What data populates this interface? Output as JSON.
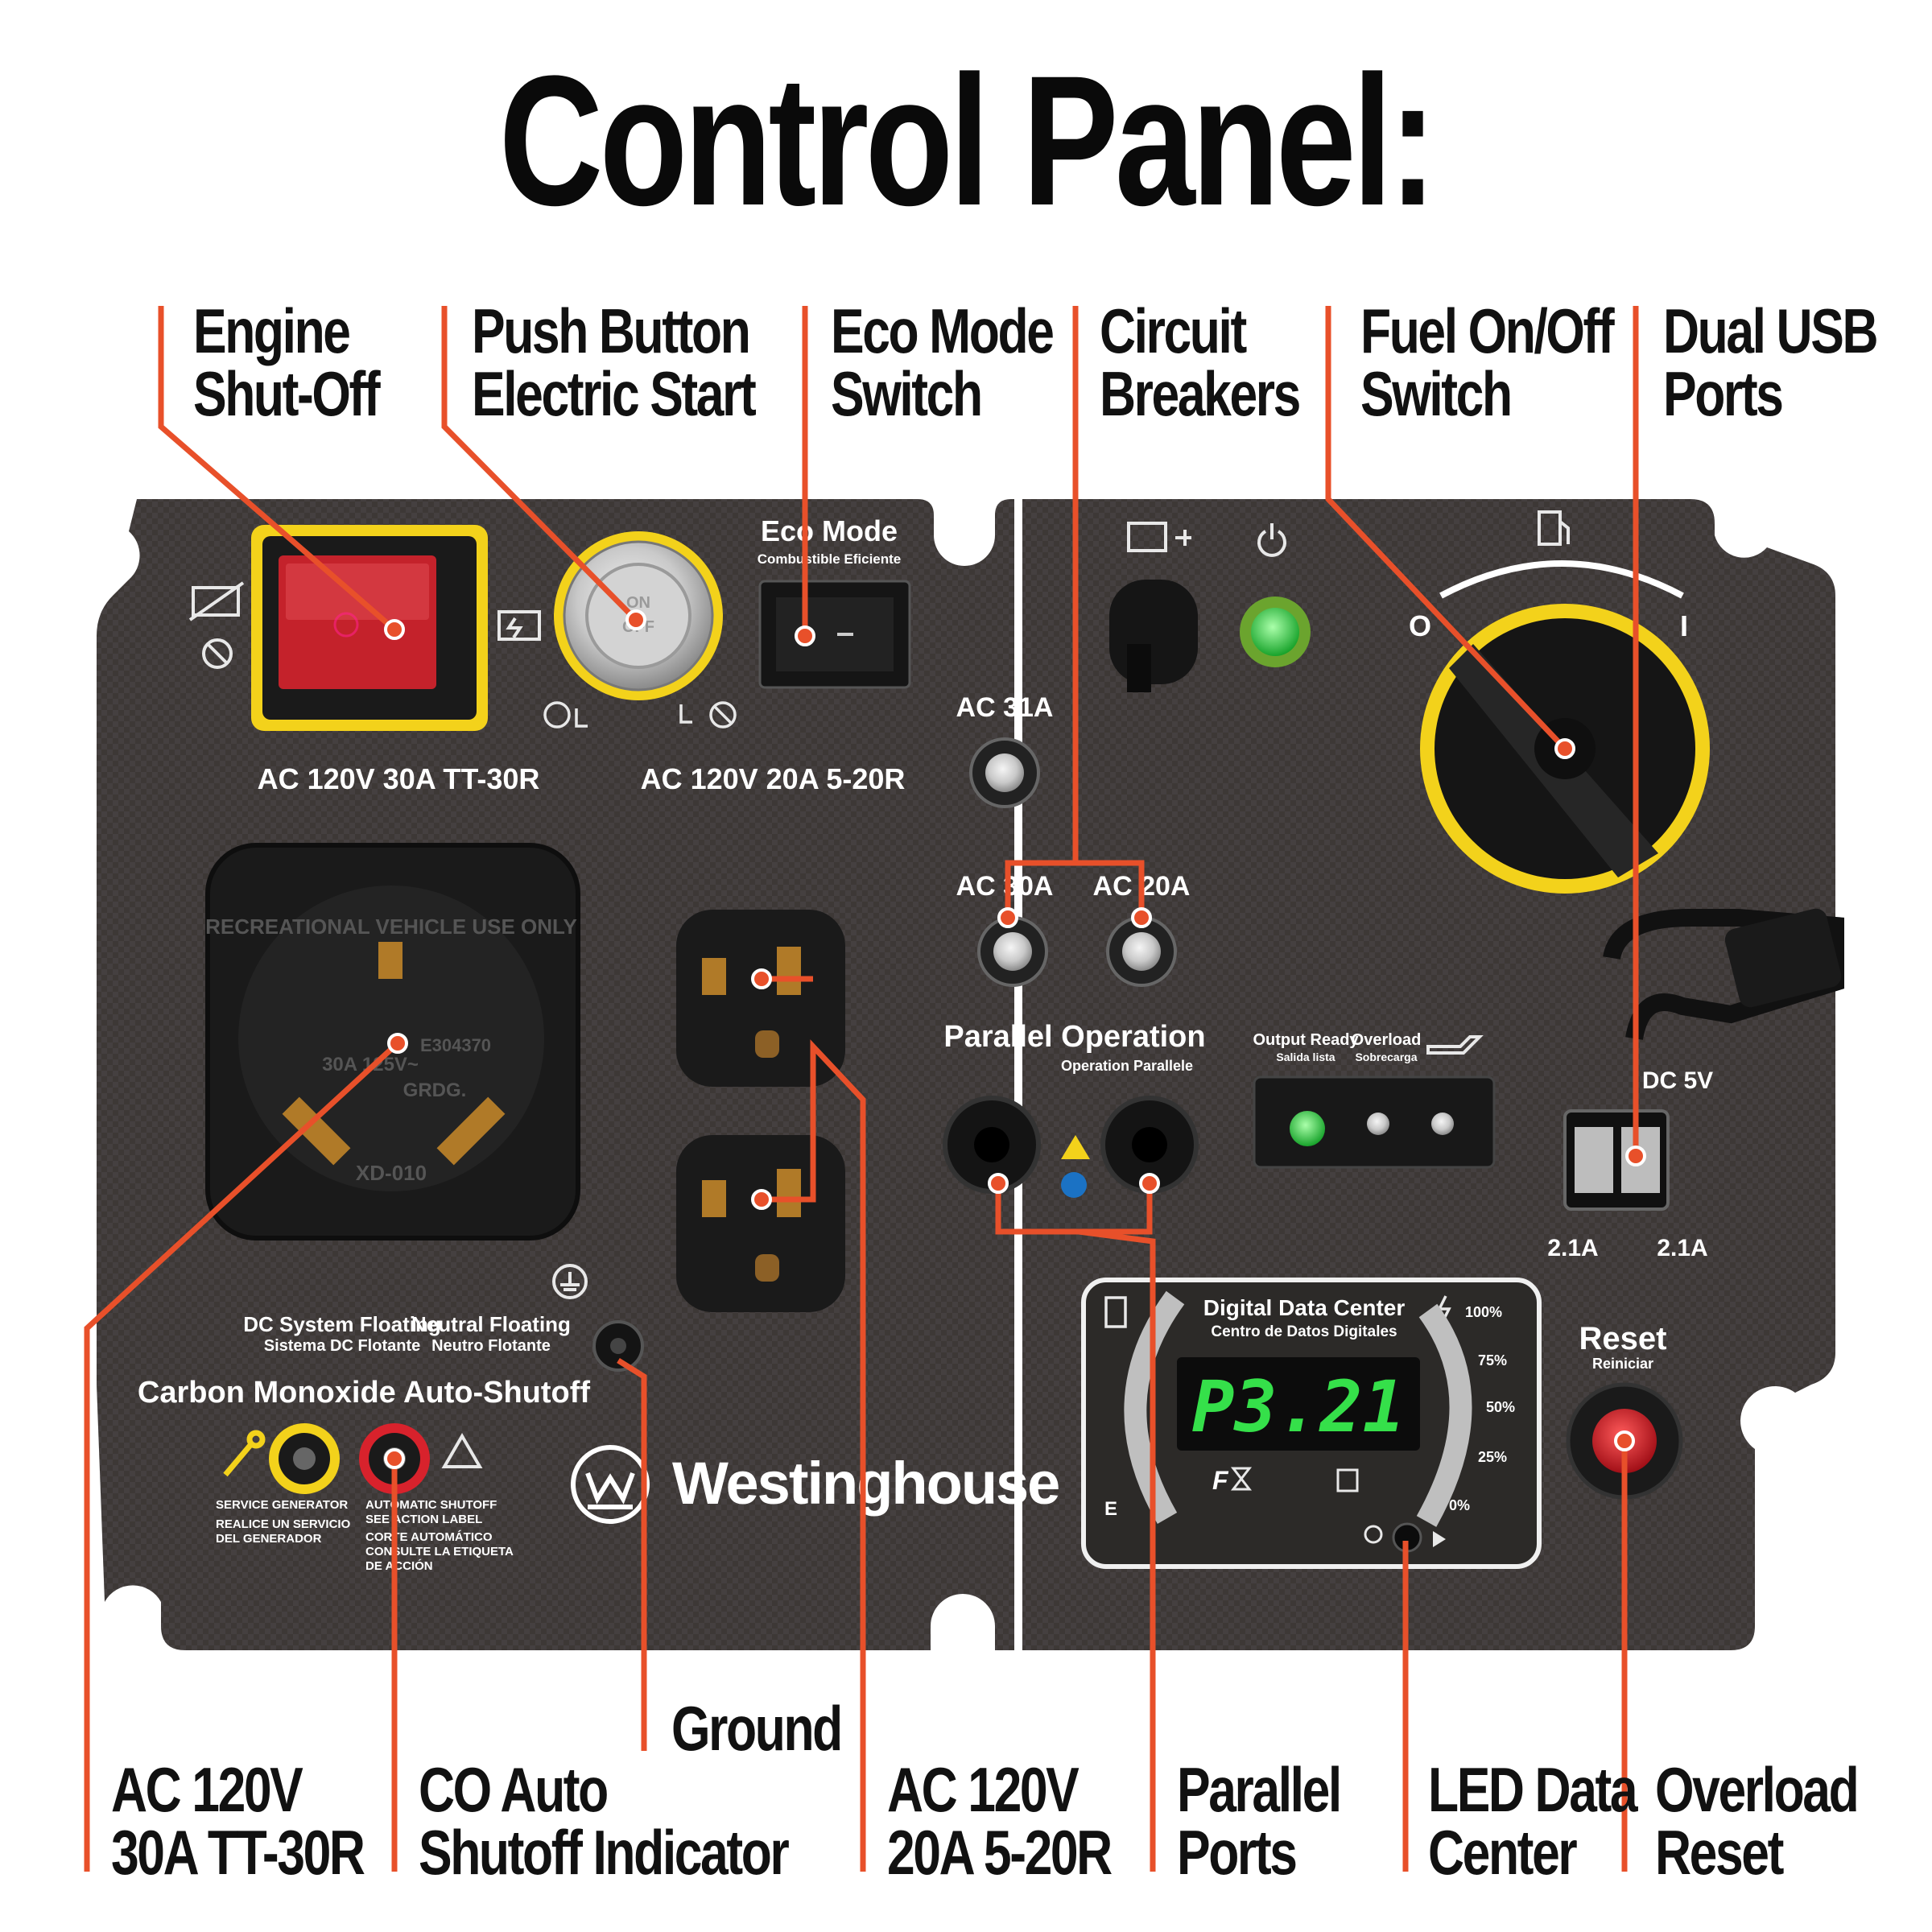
{
  "title": "Control Panel:",
  "callouts_top": {
    "engine_shutoff": [
      "Engine",
      "Shut-Off"
    ],
    "push_button_start": [
      "Push Button",
      "Electric Start"
    ],
    "eco_mode_switch": [
      "Eco Mode",
      "Switch"
    ],
    "circuit_breakers": [
      "Circuit",
      "Breakers"
    ],
    "fuel_switch": [
      "Fuel On/Off",
      "Switch"
    ],
    "dual_usb": [
      "Dual USB",
      "Ports"
    ]
  },
  "callouts_bottom": {
    "ground": [
      "Ground"
    ],
    "tt30r": [
      "AC 120V",
      "30A TT-30R"
    ],
    "co_indicator": [
      "CO Auto",
      "Shutoff Indicator"
    ],
    "outlet_520r": [
      "AC 120V",
      "20A 5-20R"
    ],
    "parallel_ports": [
      "Parallel",
      "Ports"
    ],
    "led_center": [
      "LED Data",
      "Center"
    ],
    "overload_reset": [
      "Overload",
      "Reset"
    ]
  },
  "panel": {
    "eco_mode_title": "Eco Mode",
    "eco_mode_sub": "Combustible Eficiente",
    "start_button_on": "ON",
    "start_button_off": "OFF",
    "label_tt30r": "AC 120V 30A TT-30R",
    "label_520r": "AC 120V 20A 5-20R",
    "breaker_31a": "AC 31A",
    "breaker_30a": "AC 30A",
    "breaker_20a": "AC 20A",
    "parallel_title": "Parallel Operation",
    "parallel_sub": "Operation Parallele",
    "output_ready": "Output Ready",
    "output_ready_sub": "Salida lista",
    "overload": "Overload",
    "overload_sub": "Sobrecarga",
    "dc_5v": "DC 5V",
    "usb_left": "2.1A",
    "usb_right": "2.1A",
    "fuel_off_mark": "O",
    "fuel_on_mark": "I",
    "dc_floating": "DC System Floating",
    "dc_floating_sub": "Sistema DC Flotante",
    "neutral_floating": "Neutral Floating",
    "neutral_floating_sub": "Neutro Flotante",
    "co_title": "Carbon Monoxide Auto-Shutoff",
    "service_1": "SERVICE GENERATOR",
    "service_2": "REALICE UN SERVICIO",
    "service_3": "DEL GENERADOR",
    "auto_1": "AUTOMATIC SHUTOFF",
    "auto_2": "SEE ACTION LABEL",
    "auto_3": "CORTE AUTOMÁTICO",
    "auto_4": "CONSULTE LA ETIQUETA",
    "auto_5": "DE ACCIÓN",
    "brand": "Westinghouse",
    "ddc_title": "Digital Data Center",
    "ddc_sub": "Centro de Datos Digitales",
    "ddc_readout": "P3.21",
    "ddc_100": "100%",
    "ddc_75": "75%",
    "ddc_50": "50%",
    "ddc_25": "25%",
    "ddc_0": "0%",
    "ddc_e": "E",
    "ddc_f": "F",
    "reset": "Reset",
    "reset_sub": "Reiniciar",
    "outlet_rv": "RECREATIONAL VEHICLE USE ONLY",
    "outlet_rating": "30A 125V~",
    "outlet_grde": "GRDG.",
    "outlet_model": "XD-010",
    "outlet_cert": "E304370"
  },
  "colors": {
    "accent_line": "#e8502a",
    "panel": "#3d3836",
    "yellow_ring": "#f3d21b",
    "led_green": "#3bd94a",
    "red_button": "#d8222c"
  }
}
